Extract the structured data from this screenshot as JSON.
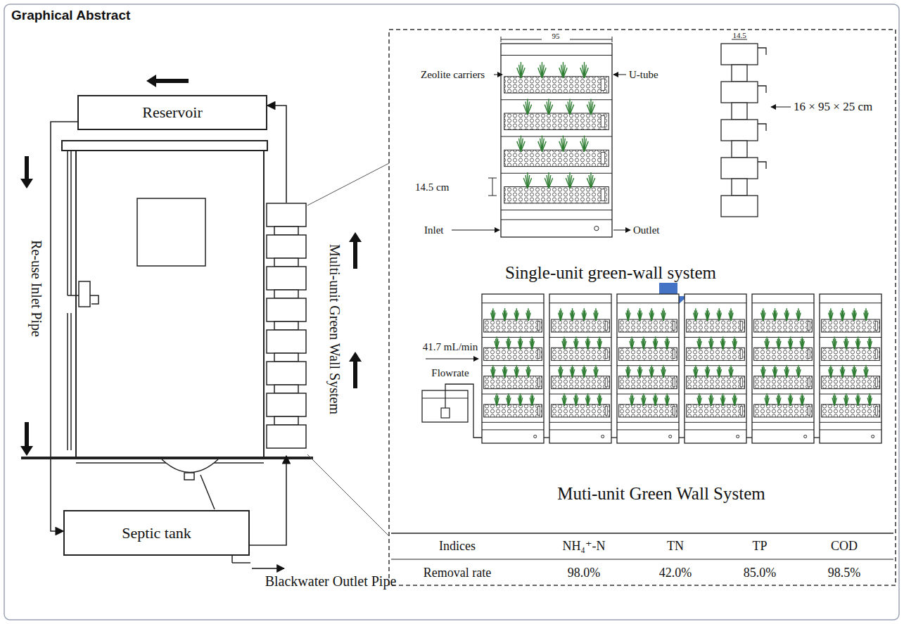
{
  "diagram": {
    "title": "Graphical Abstract",
    "nodes": [
      {
        "text": [
          "Reservoir"
        ]
      },
      {
        "text": [
          "Septic tank"
        ]
      },
      {
        "text": [
          "Multi-unit Green Wall System"
        ]
      }
    ],
    "edges": [
      {
        "from": 1,
        "to": 2,
        "arrow": "to"
      },
      {
        "from": 2,
        "to": 0,
        "arrow": "to"
      },
      {
        "from": 0,
        "to": 1,
        "arrow": "to"
      }
    ],
    "labels": [
      "Re-use Inlet Pipe",
      "Blackwater Outlet Pipe",
      "95",
      "14.5",
      "Zeolite carriers",
      "U-tube",
      "16 × 95 × 25 cm",
      "14.5 cm",
      "Inlet",
      "Outlet",
      "Single-unit green-wall system",
      "41.7 mL/min",
      "Flowrate",
      "Muti-unit Green Wall System",
      "Indices",
      "NH₄⁺-N",
      "TN",
      "TP",
      "COD",
      "Removal rate",
      "98.0%",
      "42.0%",
      "85.0%",
      "98.5%"
    ]
  }
}
